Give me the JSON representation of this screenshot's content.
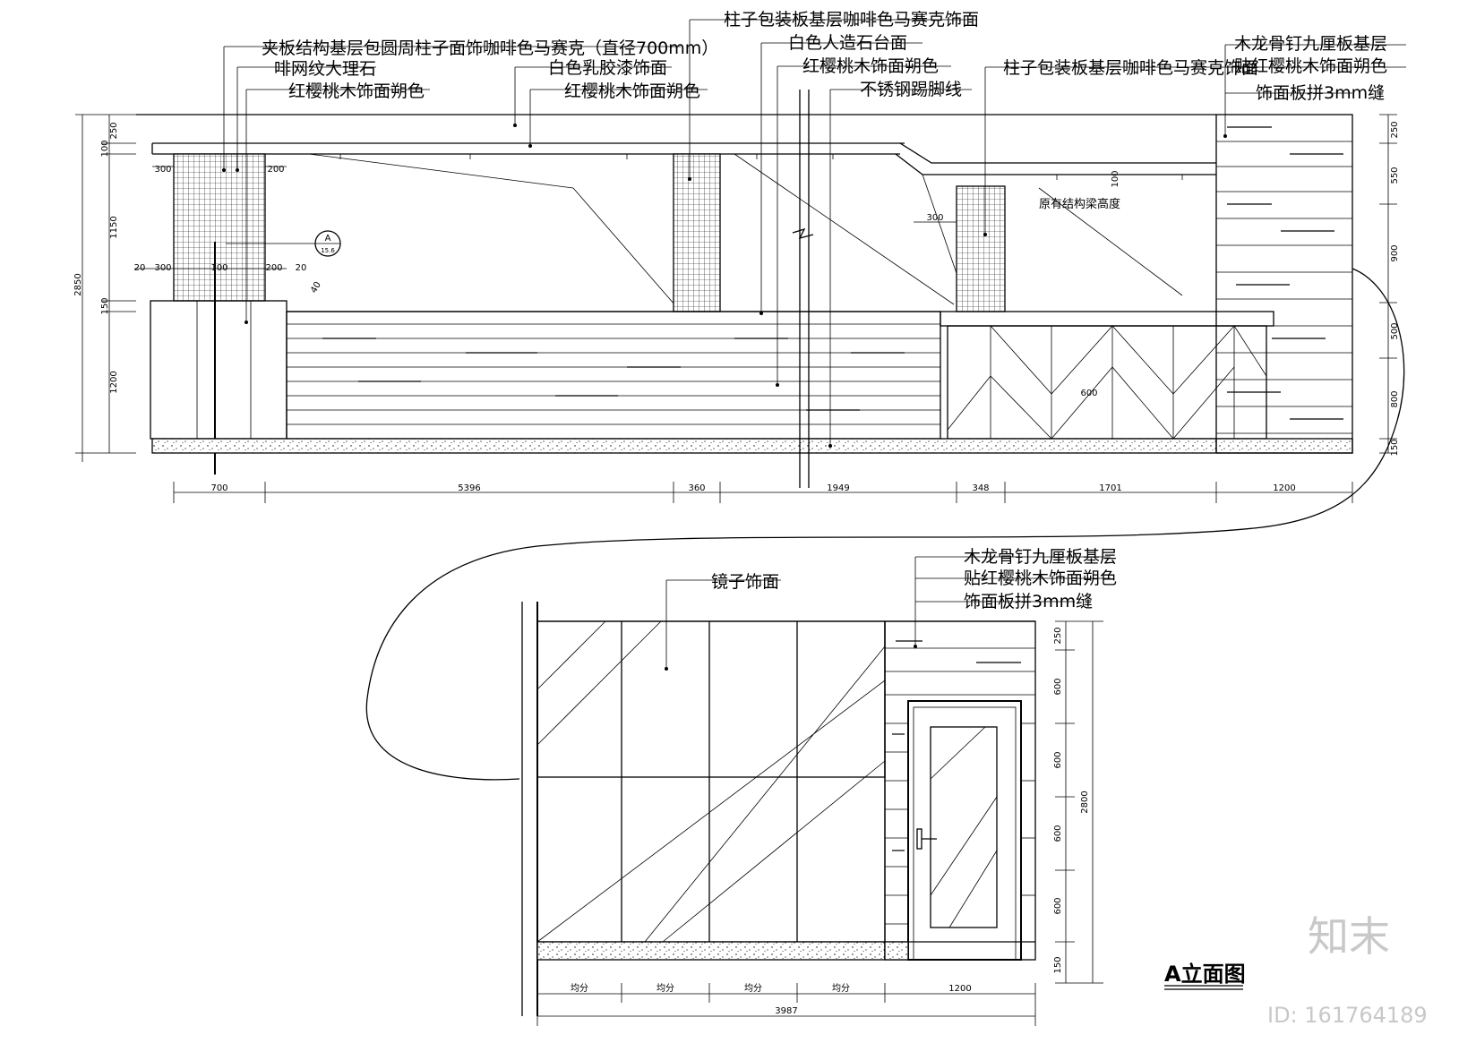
{
  "top_elevation": {
    "callouts": [
      "夹板结构基层包圆周柱子面饰咖啡色马赛克（直径700mm）",
      "啡网纹大理石",
      "红樱桃木饰面朔色",
      "柱子包装板基层咖啡色马赛克饰面",
      "白色人造石台面",
      "白色乳胶漆饰面",
      "红樱桃木饰面朔色",
      "红樱桃木饰面朔色",
      "不锈钢踢脚线",
      "柱子包装板基层咖啡色马赛克饰面",
      "木龙骨钉九厘板基层",
      "贴红樱桃木饰面朔色",
      "饰面板拼3mm缝",
      "原有结构梁高度"
    ],
    "bottom_dims": [
      "700",
      "5396",
      "360",
      "1949",
      "348",
      "1701",
      "1200"
    ],
    "left_dims": [
      "250",
      "100",
      "1150",
      "150",
      "1200",
      "2850"
    ],
    "right_dims": [
      "250",
      "550",
      "900",
      "500",
      "800",
      "150"
    ],
    "top_dims": [
      "300",
      "200",
      "20",
      "300",
      "100",
      "200",
      "20",
      "300",
      "40",
      "600",
      "100"
    ],
    "section_marker": {
      "letter": "A",
      "sheet": "15.6"
    }
  },
  "bottom_elevation": {
    "callouts": [
      "镜子饰面",
      "木龙骨钉九厘板基层",
      "贴红樱桃木饰面朔色",
      "饰面板拼3mm缝"
    ],
    "bottom_dims": [
      "均分",
      "均分",
      "均分",
      "均分",
      "1200"
    ],
    "overall_dim": "3987",
    "right_dims": [
      "250",
      "600",
      "600",
      "600",
      "600",
      "150",
      "2800"
    ]
  },
  "title": "A立面图",
  "watermark": {
    "logo": "知末",
    "id_text": "ID: 161764189"
  }
}
